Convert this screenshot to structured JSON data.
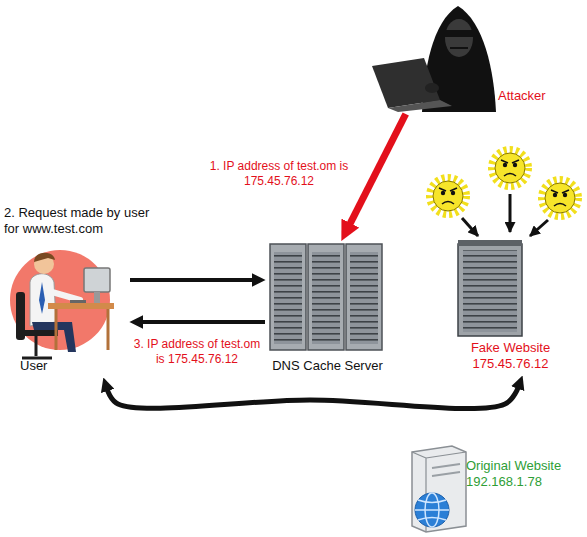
{
  "diagram": {
    "nodes": [
      {
        "text": [
          "Attacker"
        ]
      },
      {
        "text": [
          "User"
        ]
      },
      {
        "text": [
          "DNS Cache Server"
        ]
      },
      {
        "text": [
          "Fake Website 175.45.76.12"
        ]
      },
      {
        "text": [
          "Original Website 192.168.1.78"
        ]
      }
    ],
    "edges": [
      {
        "from": 0,
        "to": 2,
        "arrow": "to",
        "label": "1. IP address of test.om is 175.45.76.12"
      },
      {
        "from": 1,
        "to": 2,
        "arrow": "to",
        "label": "2. Request made by user for www.test.com"
      },
      {
        "from": 2,
        "to": 1,
        "arrow": "to",
        "label": "3. IP address of test.om is 175.45.76.12"
      },
      {
        "from": 1,
        "to": 3,
        "arrow": "both"
      }
    ]
  }
}
